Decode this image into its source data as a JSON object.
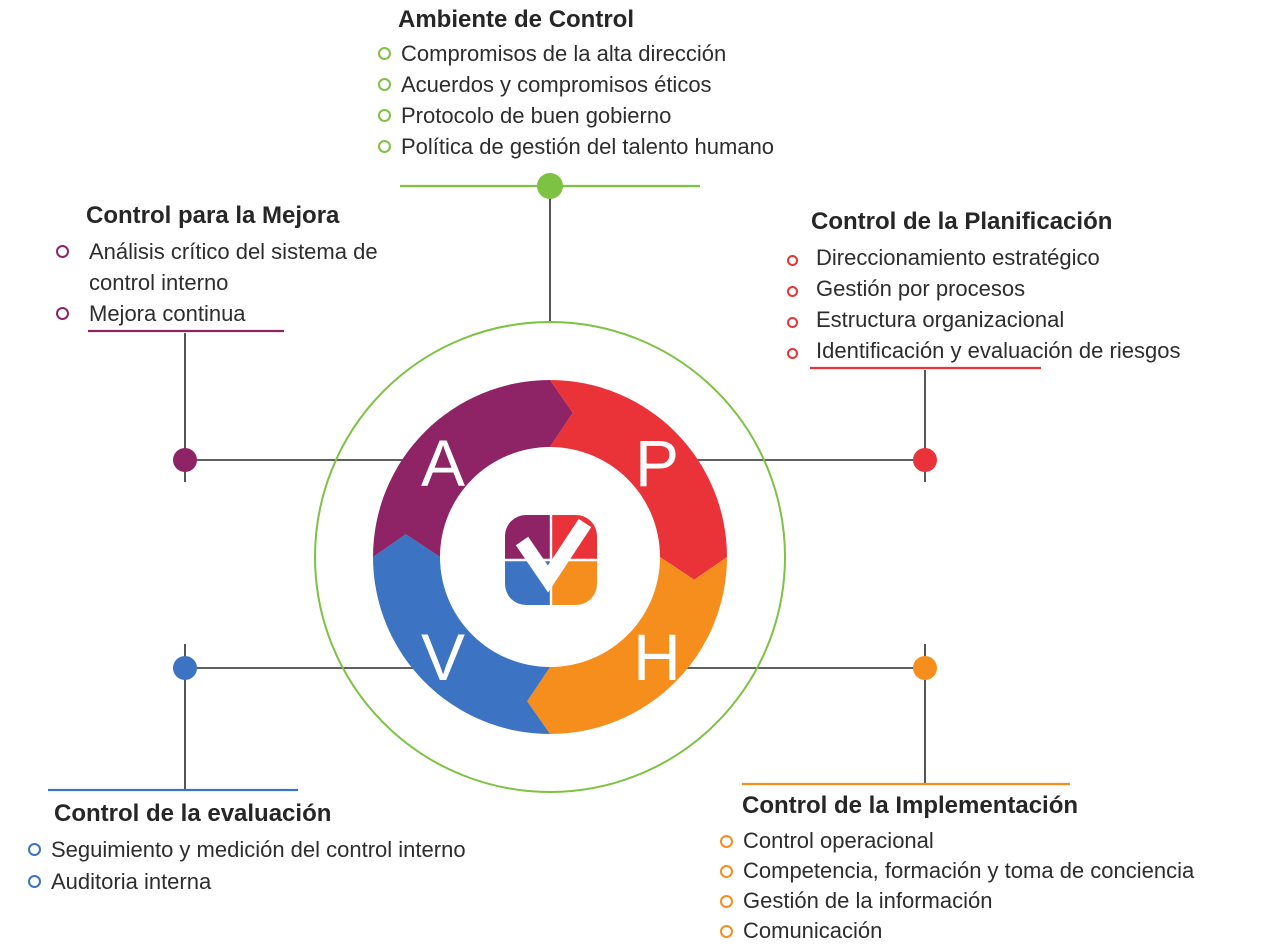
{
  "colors": {
    "green": "#7DC242",
    "magenta": "#8E2365",
    "red": "#E93338",
    "blue": "#3C73C2",
    "orange": "#F68E1E",
    "line": "#2B2B2B",
    "text": "#2D2D2D",
    "white": "#FFFFFF"
  },
  "sections": {
    "top": {
      "title": "Ambiente de Control",
      "items": [
        "Compromisos de la alta dirección",
        "Acuerdos y compromisos éticos",
        "Protocolo de buen gobierno",
        "Política de gestión del talento humano"
      ]
    },
    "left": {
      "title": "Control para la Mejora",
      "items": [
        "Análisis crítico del sistema de control interno",
        "Mejora continua"
      ]
    },
    "right": {
      "title": "Control de la Planificación",
      "items": [
        "Direccionamiento estratégico",
        "Gestión por procesos",
        "Estructura organizacional",
        "Identificación y evaluación de riesgos"
      ]
    },
    "bottom_left": {
      "title": "Control de la evaluación",
      "items": [
        "Seguimiento y medición del control interno",
        "Auditoria interna"
      ]
    },
    "bottom_right": {
      "title": "Control de la Implementación",
      "items": [
        "Control operacional",
        "Competencia, formación y toma de conciencia",
        "Gestión de la información",
        "Comunicación"
      ]
    }
  },
  "diagram": {
    "segments": [
      {
        "id": "actuar",
        "letter": "A",
        "color_key": "magenta",
        "start_angle": 180
      },
      {
        "id": "planear",
        "letter": "P",
        "color_key": "red",
        "start_angle": 90
      },
      {
        "id": "hacer",
        "letter": "H",
        "color_key": "orange",
        "start_angle": 0
      },
      {
        "id": "verificar",
        "letter": "V",
        "color_key": "blue",
        "start_angle": -90
      }
    ],
    "center_icon": {
      "check_color": "#FFFFFF"
    }
  }
}
